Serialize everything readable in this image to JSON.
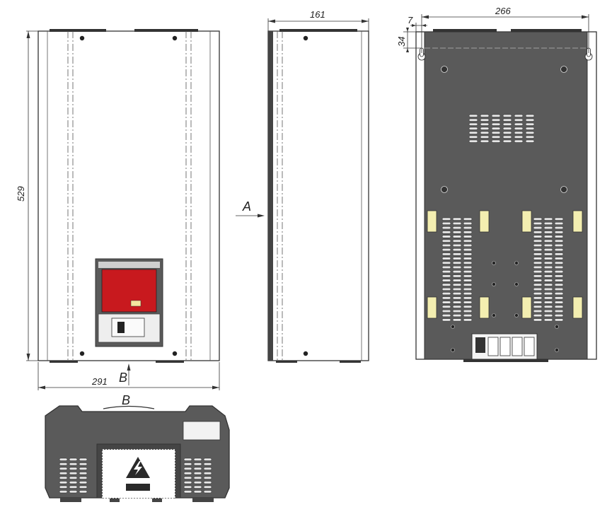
{
  "dimensions": {
    "height_front": "529",
    "width_front": "291",
    "depth_side": "161",
    "mount_spacing": "266",
    "mount_offset_x": "7",
    "mount_offset_y": "34"
  },
  "view_labels": {
    "arrow_a": "A",
    "arrow_b": "B",
    "bottom_view_title": "B"
  },
  "colors": {
    "line": "#333333",
    "panel_dark": "#505050",
    "breaker_red": "#c8191e",
    "label_white": "#f2f2f2",
    "slot_light": "#e6e6e6",
    "terminal_yellow": "#f3eeb0"
  },
  "icons": {
    "warning": "high-voltage-warning-icon"
  }
}
